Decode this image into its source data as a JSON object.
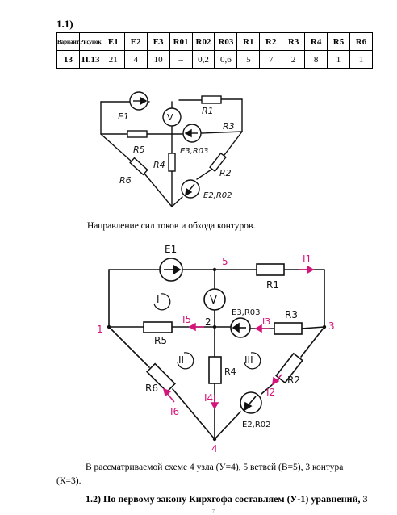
{
  "heading_section": "1.1)",
  "table": {
    "headers": [
      "Вариант",
      "Рисунок",
      "E1",
      "E2",
      "E3",
      "R01",
      "R02",
      "R03",
      "R1",
      "R2",
      "R3",
      "R4",
      "R5",
      "R6"
    ],
    "row": [
      "13",
      "П.13",
      "21",
      "4",
      "10",
      "–",
      "0,2",
      "0,6",
      "5",
      "7",
      "2",
      "8",
      "1",
      "1"
    ]
  },
  "diagram1": {
    "labels": {
      "e1": "E1",
      "r1": "R1",
      "r3": "R3",
      "r5": "R5",
      "r6": "R6",
      "r4": "R4",
      "e3": "E3,R03",
      "r2": "R2",
      "e2": "E2,R02",
      "voltmeter": "V"
    }
  },
  "caption_directions": "Направление сил токов и обхода контуров.",
  "diagram2": {
    "labels": {
      "e1": "E1",
      "r1": "R1",
      "i1": "I1",
      "node5": "5",
      "loop1": "I",
      "voltmeter": "V",
      "e3": "E3,R03",
      "r3": "R3",
      "i3": "I3",
      "i5": "I5",
      "node2": "2",
      "node1": "1",
      "node3": "3",
      "r5": "R5",
      "loop2": "II",
      "loop3": "III",
      "r4": "R4",
      "r2": "R2",
      "r6": "R6",
      "i4": "I4",
      "i2": "I2",
      "i6": "I6",
      "e2": "E2,R02",
      "node4": "4"
    },
    "colors": {
      "current": "#d4157a",
      "line": "#111111"
    }
  },
  "paragraph_topology": "В рассматриваемой схеме 4 узла (У=4), 5 ветвей (В=5), 3 контура (К=3).",
  "heading_kirchhoff": "1.2) По первому закону Кирхгофа составляем (У-1) уравнений, 3",
  "page_number": "7"
}
